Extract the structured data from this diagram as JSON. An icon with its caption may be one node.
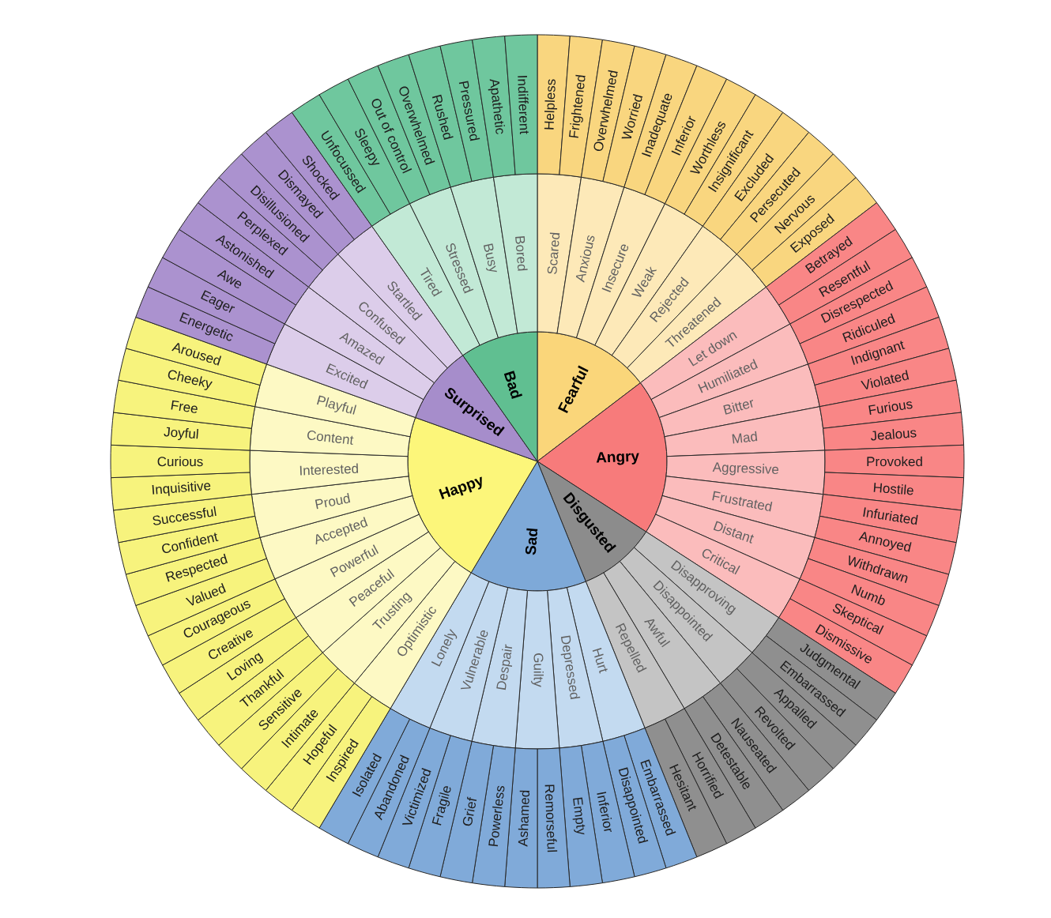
{
  "diagram": {
    "nodes": [
      {
        "text": [
          "Fearful"
        ]
      },
      {
        "text": [
          "Scared"
        ]
      },
      {
        "text": [
          "Anxious"
        ]
      },
      {
        "text": [
          "Insecure"
        ]
      },
      {
        "text": [
          "Weak"
        ]
      },
      {
        "text": [
          "Rejected"
        ]
      },
      {
        "text": [
          "Threatened"
        ]
      },
      {
        "text": [
          "Helpless"
        ]
      },
      {
        "text": [
          "Frightened"
        ]
      },
      {
        "text": [
          "Overwhelmed"
        ]
      },
      {
        "text": [
          "Worried"
        ]
      },
      {
        "text": [
          "Inadequate"
        ]
      },
      {
        "text": [
          "Inferior"
        ]
      },
      {
        "text": [
          "Worthless"
        ]
      },
      {
        "text": [
          "Insignificant"
        ]
      },
      {
        "text": [
          "Excluded"
        ]
      },
      {
        "text": [
          "Persecuted"
        ]
      },
      {
        "text": [
          "Nervous"
        ]
      },
      {
        "text": [
          "Exposed"
        ]
      },
      {
        "text": [
          "Angry"
        ]
      },
      {
        "text": [
          "Let down"
        ]
      },
      {
        "text": [
          "Humiliated"
        ]
      },
      {
        "text": [
          "Bitter"
        ]
      },
      {
        "text": [
          "Mad"
        ]
      },
      {
        "text": [
          "Aggressive"
        ]
      },
      {
        "text": [
          "Frustrated"
        ]
      },
      {
        "text": [
          "Distant"
        ]
      },
      {
        "text": [
          "Critical"
        ]
      },
      {
        "text": [
          "Betrayed"
        ]
      },
      {
        "text": [
          "Resentful"
        ]
      },
      {
        "text": [
          "Disrespected"
        ]
      },
      {
        "text": [
          "Ridiculed"
        ]
      },
      {
        "text": [
          "Indignant"
        ]
      },
      {
        "text": [
          "Violated"
        ]
      },
      {
        "text": [
          "Furious"
        ]
      },
      {
        "text": [
          "Jealous"
        ]
      },
      {
        "text": [
          "Provoked"
        ]
      },
      {
        "text": [
          "Hostile"
        ]
      },
      {
        "text": [
          "Infuriated"
        ]
      },
      {
        "text": [
          "Annoyed"
        ]
      },
      {
        "text": [
          "Withdrawn"
        ]
      },
      {
        "text": [
          "Numb"
        ]
      },
      {
        "text": [
          "Skeptical"
        ]
      },
      {
        "text": [
          "Dismissive"
        ]
      },
      {
        "text": [
          "Disgusted"
        ]
      },
      {
        "text": [
          "Disapproving"
        ]
      },
      {
        "text": [
          "Disappointed"
        ]
      },
      {
        "text": [
          "Awful"
        ]
      },
      {
        "text": [
          "Repelled"
        ]
      },
      {
        "text": [
          "Judgmental"
        ]
      },
      {
        "text": [
          "Embarrassed"
        ]
      },
      {
        "text": [
          "Appalled"
        ]
      },
      {
        "text": [
          "Revolted"
        ]
      },
      {
        "text": [
          "Nauseated"
        ]
      },
      {
        "text": [
          "Detestable"
        ]
      },
      {
        "text": [
          "Horrified"
        ]
      },
      {
        "text": [
          "Hesitant"
        ]
      },
      {
        "text": [
          "Sad"
        ]
      },
      {
        "text": [
          "Hurt"
        ]
      },
      {
        "text": [
          "Depressed"
        ]
      },
      {
        "text": [
          "Guilty"
        ]
      },
      {
        "text": [
          "Despair"
        ]
      },
      {
        "text": [
          "Vulnerable"
        ]
      },
      {
        "text": [
          "Lonely"
        ]
      },
      {
        "text": [
          "Embarrassed"
        ]
      },
      {
        "text": [
          "Disappointed"
        ]
      },
      {
        "text": [
          "Inferior"
        ]
      },
      {
        "text": [
          "Empty"
        ]
      },
      {
        "text": [
          "Remorseful"
        ]
      },
      {
        "text": [
          "Ashamed"
        ]
      },
      {
        "text": [
          "Powerless"
        ]
      },
      {
        "text": [
          "Grief"
        ]
      },
      {
        "text": [
          "Fragile"
        ]
      },
      {
        "text": [
          "Victimized"
        ]
      },
      {
        "text": [
          "Abandoned"
        ]
      },
      {
        "text": [
          "Isolated"
        ]
      },
      {
        "text": [
          "Happy"
        ]
      },
      {
        "text": [
          "Optimistic"
        ]
      },
      {
        "text": [
          "Trusting"
        ]
      },
      {
        "text": [
          "Peaceful"
        ]
      },
      {
        "text": [
          "Powerful"
        ]
      },
      {
        "text": [
          "Accepted"
        ]
      },
      {
        "text": [
          "Proud"
        ]
      },
      {
        "text": [
          "Interested"
        ]
      },
      {
        "text": [
          "Content"
        ]
      },
      {
        "text": [
          "Playful"
        ]
      },
      {
        "text": [
          "Inspired"
        ]
      },
      {
        "text": [
          "Hopeful"
        ]
      },
      {
        "text": [
          "Intimate"
        ]
      },
      {
        "text": [
          "Sensitive"
        ]
      },
      {
        "text": [
          "Thankful"
        ]
      },
      {
        "text": [
          "Loving"
        ]
      },
      {
        "text": [
          "Creative"
        ]
      },
      {
        "text": [
          "Courageous"
        ]
      },
      {
        "text": [
          "Valued"
        ]
      },
      {
        "text": [
          "Respected"
        ]
      },
      {
        "text": [
          "Confident"
        ]
      },
      {
        "text": [
          "Successful"
        ]
      },
      {
        "text": [
          "Inquisitive"
        ]
      },
      {
        "text": [
          "Curious"
        ]
      },
      {
        "text": [
          "Joyful"
        ]
      },
      {
        "text": [
          "Free"
        ]
      },
      {
        "text": [
          "Cheeky"
        ]
      },
      {
        "text": [
          "Aroused"
        ]
      },
      {
        "text": [
          "Surprised"
        ]
      },
      {
        "text": [
          "Excited"
        ]
      },
      {
        "text": [
          "Amazed"
        ]
      },
      {
        "text": [
          "Confused"
        ]
      },
      {
        "text": [
          "Startled"
        ]
      },
      {
        "text": [
          "Energetic"
        ]
      },
      {
        "text": [
          "Eager"
        ]
      },
      {
        "text": [
          "Awe"
        ]
      },
      {
        "text": [
          "Astonished"
        ]
      },
      {
        "text": [
          "Perplexed"
        ]
      },
      {
        "text": [
          "Disillusioned"
        ]
      },
      {
        "text": [
          "Dismayed"
        ]
      },
      {
        "text": [
          "Shocked"
        ]
      },
      {
        "text": [
          "Bad"
        ]
      },
      {
        "text": [
          "Tired"
        ]
      },
      {
        "text": [
          "Stressed"
        ]
      },
      {
        "text": [
          "Busy"
        ]
      },
      {
        "text": [
          "Bored"
        ]
      },
      {
        "text": [
          "Unfocussed"
        ]
      },
      {
        "text": [
          "Sleepy"
        ]
      },
      {
        "text": [
          "Out of control"
        ]
      },
      {
        "text": [
          "Overwhelmed"
        ]
      },
      {
        "text": [
          "Rushed"
        ]
      },
      {
        "text": [
          "Pressured"
        ]
      },
      {
        "text": [
          "Apathetic"
        ]
      },
      {
        "text": [
          "Indifferent"
        ]
      }
    ]
  }
}
